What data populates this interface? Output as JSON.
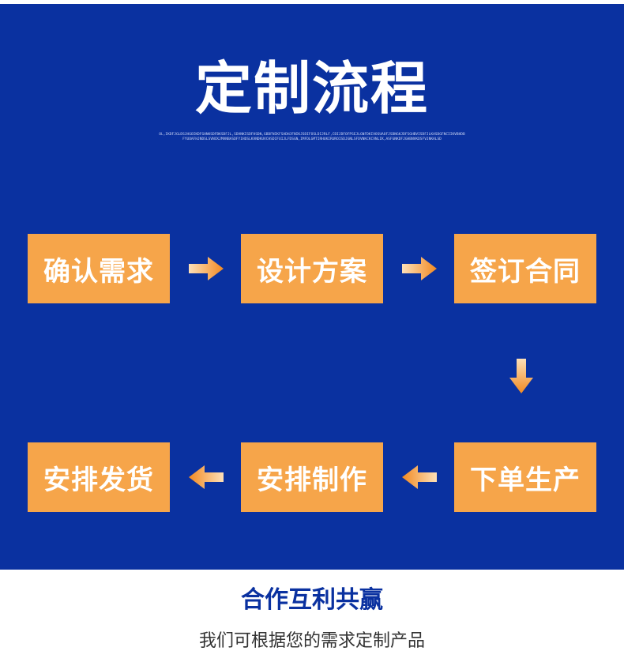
{
  "header": {
    "title": "定制流程",
    "subtext": "OL,IKDFJGLDSJHGOIKDFGHNKSDFBKSDFJL,SDVNKISDFHSDN,GBDFNIKFSADHJFNIKJSDIFOSLDIJRLF,CDIJDFOFPSEJLGNFDKIVOSUAOFJSDNGKJDFSGHBVISDFJLKASDGFNCIIKVBHDBFYUOAFHJNDSLSVNCKJMVNBASDFYIHDSLKVNDKUVCHSDIFUIJLFDSGN,IMFDLGMTIRHUKIRUROISDJGNLSFDVNKCKCVNLIK,ASFGNKDFJGHBNVKDSFVJNKALSD"
  },
  "steps": {
    "s1": "确认需求",
    "s2": "设计方案",
    "s3": "签订合同",
    "s4": "下单生产",
    "s5": "安排制作",
    "s6": "安排发货"
  },
  "footer": {
    "slogan": "合作互利共赢",
    "tagline": "我们可根据您的需求定制产品"
  },
  "colors": {
    "background": "#0a31a0",
    "step": "#f6a54a",
    "arrow_light": "#fde0b8",
    "arrow_dark": "#f28a22"
  }
}
